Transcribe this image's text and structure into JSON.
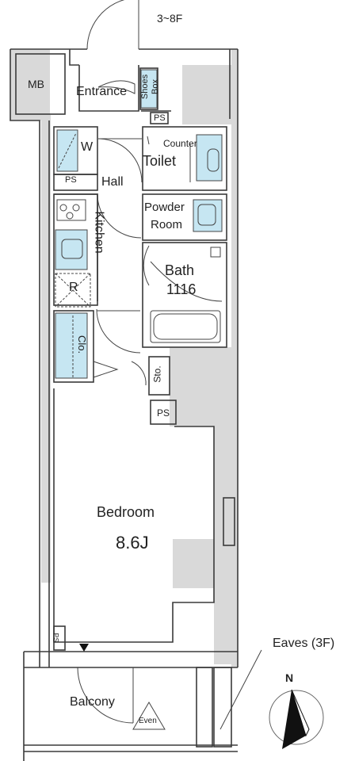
{
  "floor_range": "3~8F",
  "rooms": {
    "mb": "MB",
    "entrance": "Entrance",
    "shoes_box": [
      "Shoes",
      "Box"
    ],
    "ps": "PS",
    "w": "W",
    "counter": "Counter",
    "toilet": "Toilet",
    "hall": "Hall",
    "kitchen": "Kitchen",
    "powder_room": [
      "Powder",
      "Room"
    ],
    "bath": "Bath",
    "bath_size": "1116",
    "refrigerator": "R",
    "closet": "Clo.",
    "storage": "Sto.",
    "bedroom": "Bedroom",
    "bedroom_size": "8.6J",
    "balcony": "Balcony",
    "even": "Even"
  },
  "annotations": {
    "eaves": "Eaves (3F)",
    "north": "N"
  },
  "colors": {
    "wall": "#3a3a3a",
    "wall_fill": "#d9d9d9",
    "fixture": "#c6e6f2",
    "line": "#444444"
  }
}
